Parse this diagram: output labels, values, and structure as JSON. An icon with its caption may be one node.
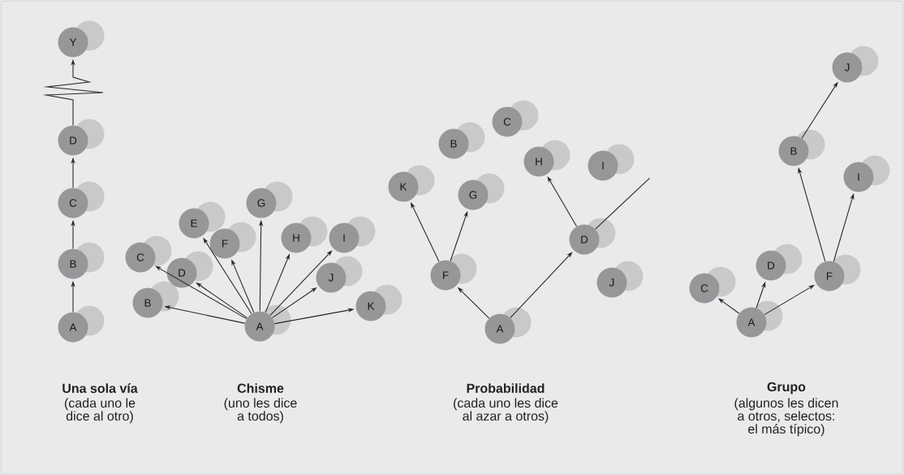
{
  "diagram": {
    "nodes": [
      {
        "text": [
          "A"
        ]
      },
      {
        "text": [
          "B"
        ]
      },
      {
        "text": [
          "C"
        ]
      },
      {
        "text": [
          "D"
        ]
      },
      {
        "text": [
          "Y"
        ]
      },
      {
        "text": [
          "A"
        ]
      },
      {
        "text": [
          "B"
        ]
      },
      {
        "text": [
          "C"
        ]
      },
      {
        "text": [
          "D"
        ]
      },
      {
        "text": [
          "E"
        ]
      },
      {
        "text": [
          "F"
        ]
      },
      {
        "text": [
          "G"
        ]
      },
      {
        "text": [
          "H"
        ]
      },
      {
        "text": [
          "I"
        ]
      },
      {
        "text": [
          "J"
        ]
      },
      {
        "text": [
          "K"
        ]
      },
      {
        "text": [
          "A"
        ]
      },
      {
        "text": [
          "B"
        ]
      },
      {
        "text": [
          "C"
        ]
      },
      {
        "text": [
          "D"
        ]
      },
      {
        "text": [
          "F"
        ]
      },
      {
        "text": [
          "G"
        ]
      },
      {
        "text": [
          "H"
        ]
      },
      {
        "text": [
          "I"
        ]
      },
      {
        "text": [
          "J"
        ]
      },
      {
        "text": [
          "K"
        ]
      },
      {
        "text": [
          "A"
        ]
      },
      {
        "text": [
          "B"
        ]
      },
      {
        "text": [
          "C"
        ]
      },
      {
        "text": [
          "D"
        ]
      },
      {
        "text": [
          "F"
        ]
      },
      {
        "text": [
          "I"
        ]
      },
      {
        "text": [
          "J"
        ]
      }
    ],
    "edges": [
      {
        "from": 0,
        "to": 1,
        "arrow": "to"
      },
      {
        "from": 1,
        "to": 2,
        "arrow": "to"
      },
      {
        "from": 2,
        "to": 3,
        "arrow": "to"
      },
      {
        "from": 3,
        "to": 4,
        "arrow": "to"
      },
      {
        "from": 5,
        "to": 6,
        "arrow": "to"
      },
      {
        "from": 5,
        "to": 7,
        "arrow": "to"
      },
      {
        "from": 5,
        "to": 8,
        "arrow": "to"
      },
      {
        "from": 5,
        "to": 9,
        "arrow": "to"
      },
      {
        "from": 5,
        "to": 10,
        "arrow": "to"
      },
      {
        "from": 5,
        "to": 11,
        "arrow": "to"
      },
      {
        "from": 5,
        "to": 12,
        "arrow": "to"
      },
      {
        "from": 5,
        "to": 13,
        "arrow": "to"
      },
      {
        "from": 5,
        "to": 14,
        "arrow": "to"
      },
      {
        "from": 5,
        "to": 15,
        "arrow": "to"
      },
      {
        "from": 16,
        "to": 20,
        "arrow": "to"
      },
      {
        "from": 16,
        "to": 19,
        "arrow": "to"
      },
      {
        "from": 20,
        "to": 25,
        "arrow": "to"
      },
      {
        "from": 20,
        "to": 21,
        "arrow": "to"
      },
      {
        "from": 19,
        "to": 22,
        "arrow": "to"
      },
      {
        "from": 19,
        "to": null,
        "arrow": "none"
      },
      {
        "from": 26,
        "to": 28,
        "arrow": "to"
      },
      {
        "from": 26,
        "to": 29,
        "arrow": "to"
      },
      {
        "from": 26,
        "to": 30,
        "arrow": "to"
      },
      {
        "from": 30,
        "to": 27,
        "arrow": "to"
      },
      {
        "from": 30,
        "to": 31,
        "arrow": "to"
      },
      {
        "from": 27,
        "to": 32,
        "arrow": "to"
      }
    ],
    "labels": [
      "Una sola vía",
      "(cada uno le dice al otro)",
      "Chisme",
      "(uno les dice a todos)",
      "Probabilidad",
      "(cada uno les dice al azar a otros)",
      "Grupo",
      "(algunos les dicen a otros, selectos: el más típico)"
    ]
  }
}
